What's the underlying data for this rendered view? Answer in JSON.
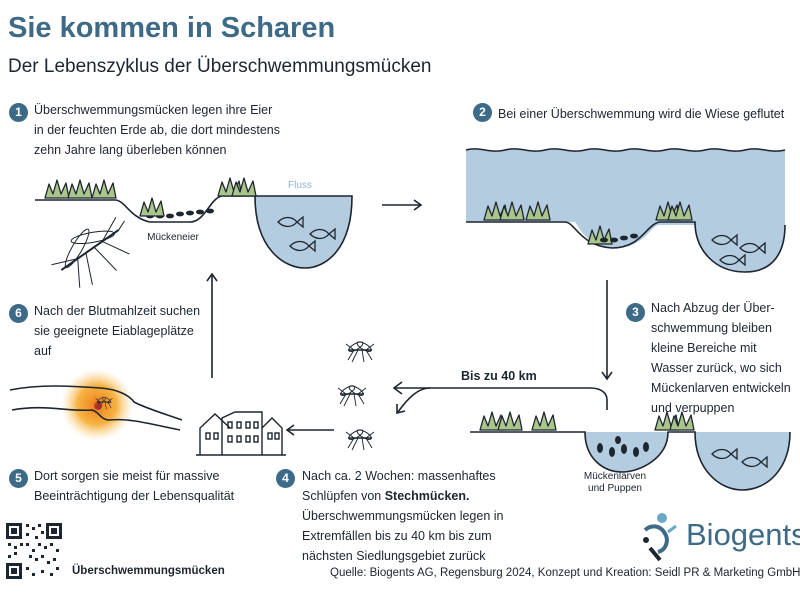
{
  "title": "Sie kommen in Scharen",
  "subtitle": "Der Lebenszyklus der Überschwemmungsmücken",
  "steps": [
    {
      "number": "1",
      "text": "Überschwemmungsmücken legen ihre Eier in der feuchten Erde ab, die dort mindestens zehn Jahre lang überleben können"
    },
    {
      "number": "2",
      "text": "Bei einer Überschwemmung wird die Wiese geflutet"
    },
    {
      "number": "3",
      "text": "Nach Abzug der Über­schwemmung bleiben kleine Bereiche mit Wasser zurück, wo sich Mücken­larven entwickeln und verpuppen"
    },
    {
      "number": "4",
      "text_pre": "Nach ca. 2 Wochen: massenhaftes Schlüpfen von ",
      "text_bold": "Stechmücken.",
      "text_post": " Überschwemmungsmücken legen in Extremfällen bis zu 40 km bis zum nächsten Siedlungsgebiet zurück"
    },
    {
      "number": "5",
      "text": "Dort sorgen sie meist für massive Beeinträchtigung der Lebensqualität"
    },
    {
      "number": "6",
      "text": "Nach der Blutmahlzeit suchen sie geeignete Eiablageplätze auf"
    }
  ],
  "labels": {
    "eggs": "Mückeneier",
    "river": "Fluss",
    "larvae_line1": "Mückenlarven",
    "larvae_line2": "und Puppen",
    "distance": "Bis zu 40 km"
  },
  "footer": {
    "qr_caption": "Überschwemmungsmücken",
    "source": "Quelle: Biogents AG, Regensburg 2024, Konzept und Kreation: Seidl PR & Marketing GmbH",
    "brand": "Biogents"
  },
  "colors": {
    "accent": "#3d6a87",
    "water": "#b3cce0",
    "grass": "#a9c58a",
    "sun": "#f5a623"
  }
}
